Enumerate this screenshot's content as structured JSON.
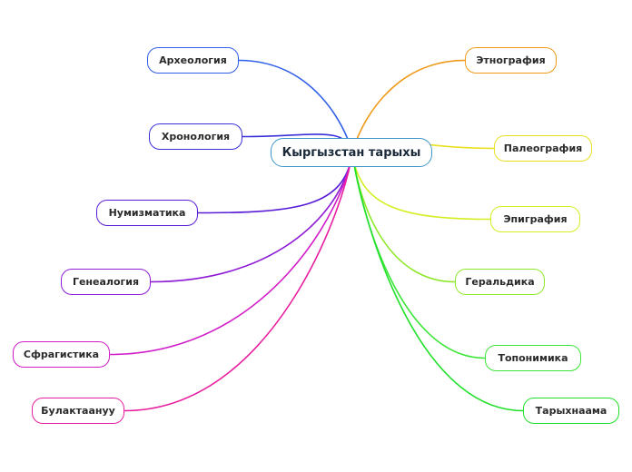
{
  "mindmap": {
    "root": {
      "label": "Кыргызстан тарыхы",
      "color": "#3f97c9"
    },
    "branches": [
      {
        "id": "arkheologiya",
        "label": "Археология",
        "color": "#2f5ee8"
      },
      {
        "id": "khronologiya",
        "label": "Хронология",
        "color": "#3a30d8"
      },
      {
        "id": "numizmatika",
        "label": "Нумизматика",
        "color": "#5a1dd6"
      },
      {
        "id": "genealogiya",
        "label": "Генеалогия",
        "color": "#8e1cd6"
      },
      {
        "id": "sfragistika",
        "label": "Сфрагистика",
        "color": "#d21cc8"
      },
      {
        "id": "bulaktaanuu",
        "label": "Булактаануу",
        "color": "#e81ea0"
      },
      {
        "id": "etnografiya",
        "label": "Этнография",
        "color": "#f09a1a"
      },
      {
        "id": "paleografiya",
        "label": "Палеография",
        "color": "#e8e020"
      },
      {
        "id": "epigrafiya",
        "label": "Эпиграфия",
        "color": "#d4ee22"
      },
      {
        "id": "geraldika",
        "label": "Геральдика",
        "color": "#8ee82a"
      },
      {
        "id": "toponimika",
        "label": "Топонимика",
        "color": "#3ee63a"
      },
      {
        "id": "tarykhnaama",
        "label": "Тарыхнаама",
        "color": "#22e02a"
      }
    ]
  }
}
